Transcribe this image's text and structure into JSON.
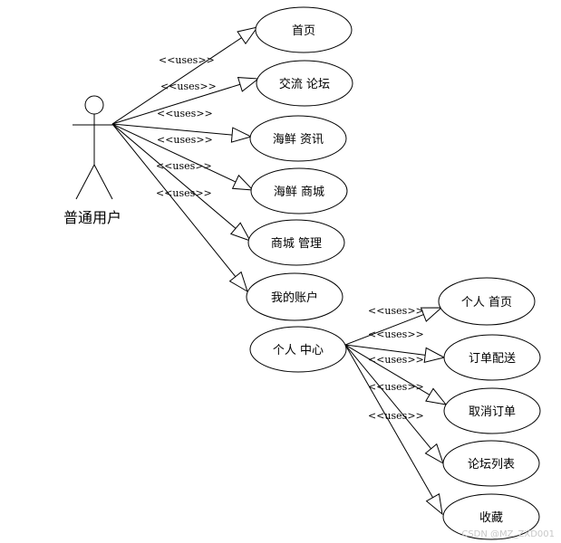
{
  "actor": {
    "label": "普通用户"
  },
  "relation_label": "<<uses>>",
  "primary_use_cases": [
    {
      "id": "home",
      "label": "首页"
    },
    {
      "id": "forum",
      "label": "交流 论坛"
    },
    {
      "id": "news",
      "label": "海鲜 资讯"
    },
    {
      "id": "mall",
      "label": "海鲜 商城"
    },
    {
      "id": "mall-mgmt",
      "label": "商城 管理"
    },
    {
      "id": "account",
      "label": "我的账户"
    }
  ],
  "center": {
    "id": "personal-center",
    "label": "个人 中心"
  },
  "secondary_use_cases": [
    {
      "id": "personal-home",
      "label": "个人 首页"
    },
    {
      "id": "order-delivery",
      "label": "订单配送"
    },
    {
      "id": "cancel-order",
      "label": "取消订单"
    },
    {
      "id": "forum-list",
      "label": "论坛列表"
    },
    {
      "id": "favorites",
      "label": "收藏"
    }
  ],
  "watermark": "CSDN @MZ_ZXD001"
}
